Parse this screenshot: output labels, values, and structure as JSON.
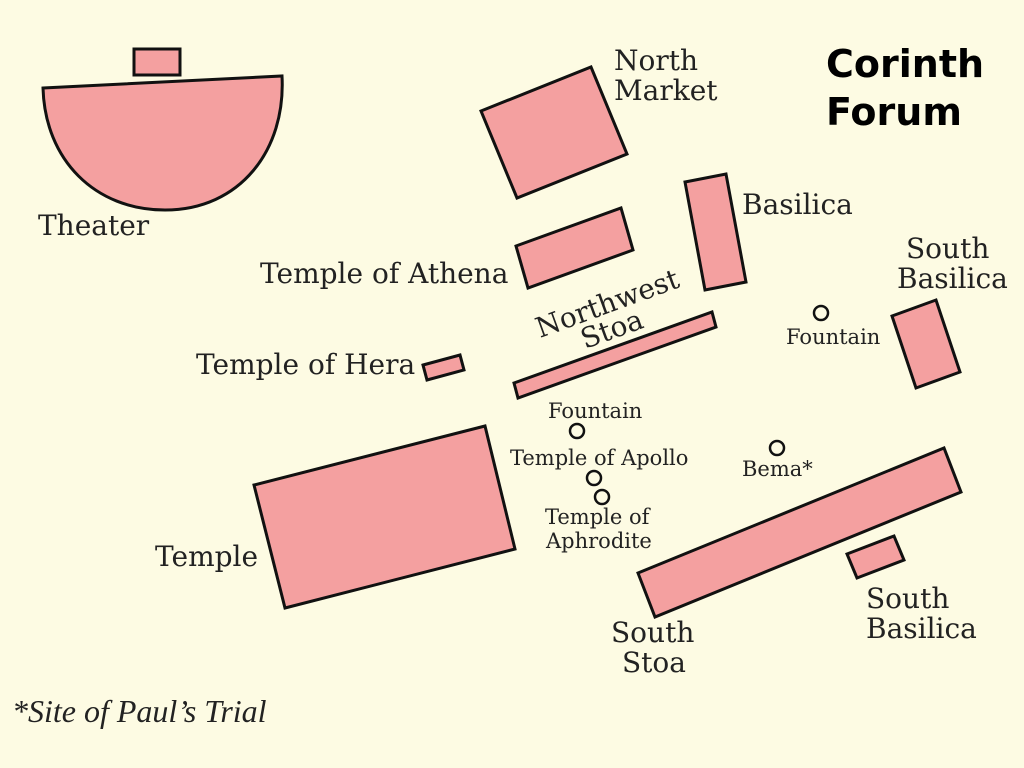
{
  "map": {
    "title_line1": "Corinth",
    "title_line2": "Forum",
    "footnote": "*Site of Paul’s Trial",
    "colors": {
      "background": "#fdfbe3",
      "building_fill": "#f4a0a0",
      "outline": "#111111",
      "text": "#222222"
    },
    "labels": {
      "theater": "Theater",
      "north_market_1": "North",
      "north_market_2": "Market",
      "basilica": "Basilica",
      "south_basilica_ne_1": "South",
      "south_basilica_ne_2": "Basilica",
      "temple_athena": "Temple of Athena",
      "northwest_stoa_1": "Northwest",
      "northwest_stoa_2": "Stoa",
      "fountain_east": "Fountain",
      "temple_hera": "Temple of Hera",
      "fountain_center": "Fountain",
      "temple_apollo": "Temple of Apollo",
      "bema": "Bema*",
      "temple_aphrodite_1": "Temple of",
      "temple_aphrodite_2": "Aphrodite",
      "temple": "Temple",
      "south_stoa_1": "South",
      "south_stoa_2": "Stoa",
      "south_basilica_se_1": "South",
      "south_basilica_se_2": "Basilica"
    }
  }
}
